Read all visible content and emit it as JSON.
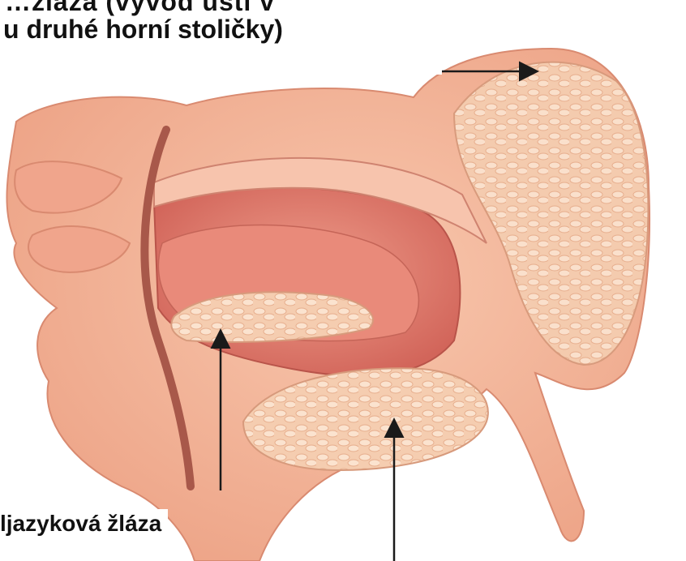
{
  "labels": {
    "top_line1": "…žláza (vývod ústí v",
    "top_line2": "u  druhé horní stoličky)",
    "bottom_left": "ljazyková žláza"
  },
  "colors": {
    "skin": "#f4b99e",
    "skin_dark": "#e58e74",
    "cavity": "#e07a6a",
    "gland": "#f6d2b4",
    "arrow": "#1a1a1a"
  },
  "icons": [
    "arrow-icon"
  ]
}
